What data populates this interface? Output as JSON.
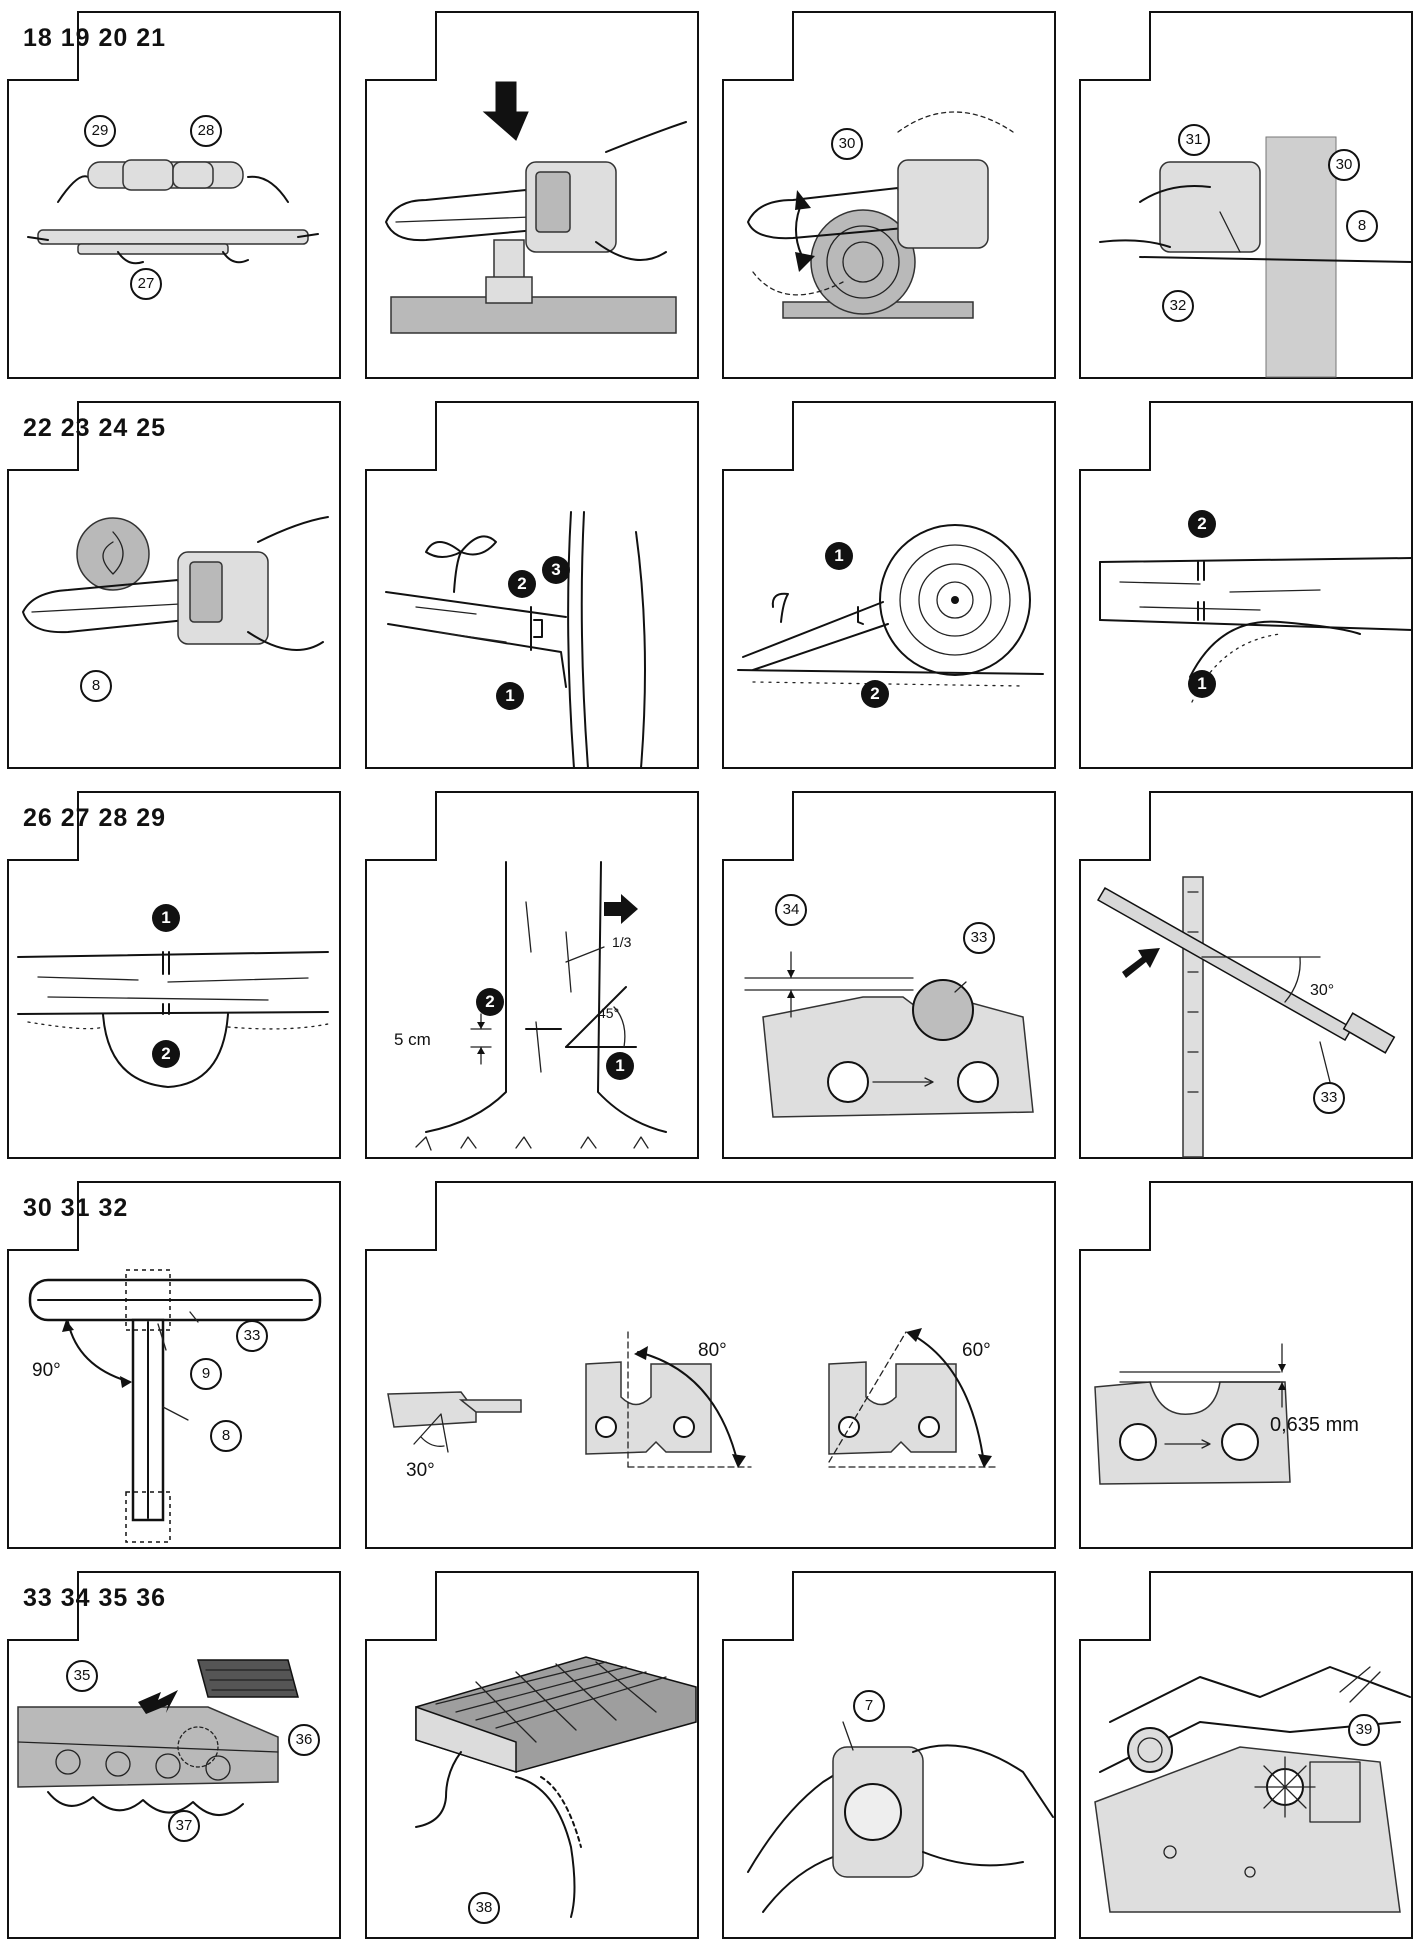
{
  "rows": [
    {
      "figures": "18 19 20 21"
    },
    {
      "figures": "22 23 24 25"
    },
    {
      "figures": "26 27 28 29"
    },
    {
      "figures": "30 31 32"
    },
    {
      "figures": "33 34 35 36"
    }
  ],
  "callouts": {
    "c7": "7",
    "c8": "8",
    "c9": "9",
    "c27": "27",
    "c28": "28",
    "c29": "29",
    "c30": "30",
    "c31": "31",
    "c32": "32",
    "c33": "33",
    "c34": "34",
    "c35": "35",
    "c36": "36",
    "c37": "37",
    "c38": "38",
    "c39": "39"
  },
  "markers": {
    "m1": "1",
    "m2": "2",
    "m3": "3"
  },
  "labels": {
    "notch": "1/3",
    "angle45": "45°",
    "depth5cm": "5 cm",
    "angle30": "30°",
    "angle90": "90°",
    "angle80": "80°",
    "angle60": "60°",
    "depth_gauge": "0,635 mm"
  },
  "colors": {
    "line": "#111111",
    "fill_gray": "#b9b9b9",
    "fill_light": "#dedede"
  }
}
